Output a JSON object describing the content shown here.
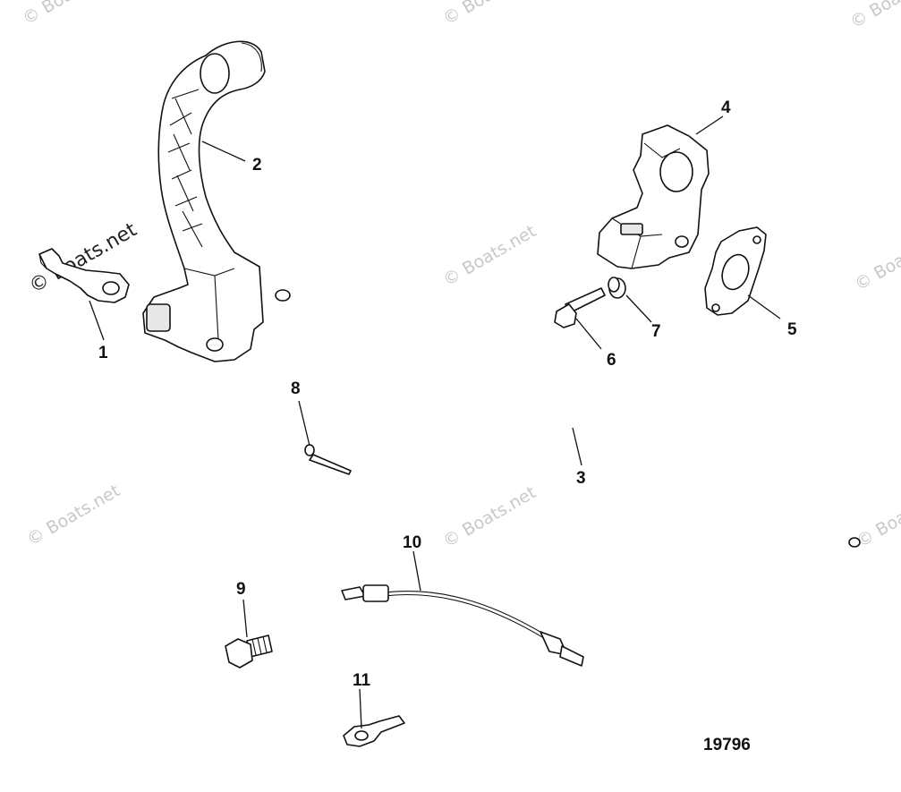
{
  "watermarks": {
    "faint": "© Boats.net",
    "strong": "© Boats.net"
  },
  "callouts": [
    "1",
    "2",
    "3",
    "4",
    "5",
    "6",
    "7",
    "8",
    "9",
    "10",
    "11"
  ],
  "figure_number": "19796",
  "colors": {
    "line": "#111111",
    "watermark": "#c8c8c8",
    "background": "#ffffff"
  }
}
